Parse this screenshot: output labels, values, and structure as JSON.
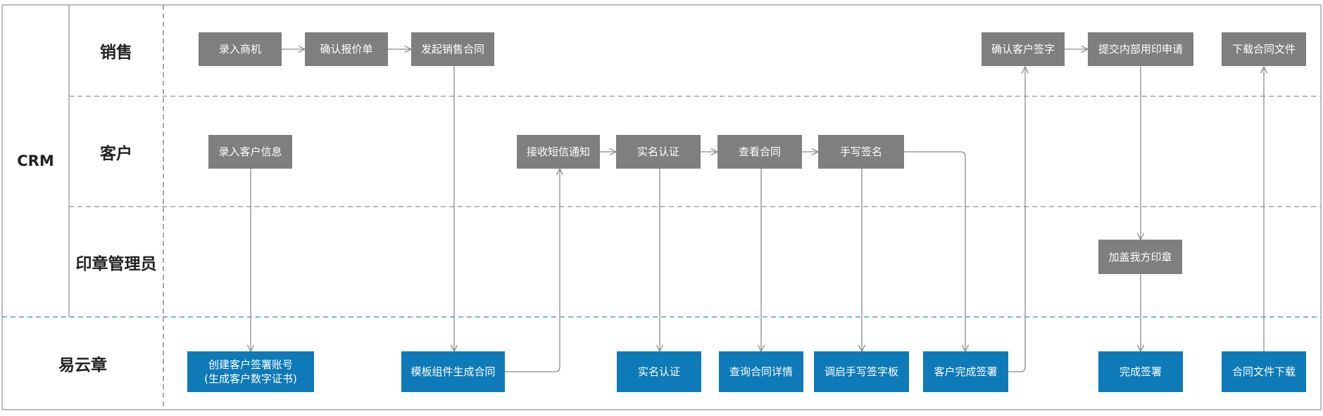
{
  "system_label": "CRM",
  "lanes": {
    "sales": "销售",
    "customer": "客户",
    "seal_admin": "印章管理员",
    "yiyunzhang": "易云章"
  },
  "nodes": {
    "n1": "录入商机",
    "n2": "确认报价单",
    "n3": "发起销售合同",
    "n4": "确认客户签字",
    "n5": "提交内部用印申请",
    "n6": "下载合同文件",
    "n7": "录入客户信息",
    "n8": "接收短信通知",
    "n9": "实名认证",
    "n10": "查看合同",
    "n11": "手写签名",
    "n12": "加盖我方印章",
    "n13": "创建客户签署账号",
    "n13b": "(生成客户数字证书)",
    "n14": "模板组件生成合同",
    "n15": "实名认证",
    "n16": "查询合同详情",
    "n17": "调启手写签字板",
    "n18": "客户完成签署",
    "n19": "完成签署",
    "n20": "合同文件下载"
  },
  "colors": {
    "gray_node": "#7f7f7f",
    "blue_node": "#0e7ab8",
    "border": "#a6a6a6",
    "lane_divider": "#a6a6a6",
    "system_divider": "#4aa3c7",
    "connector": "#8c8c8c"
  }
}
